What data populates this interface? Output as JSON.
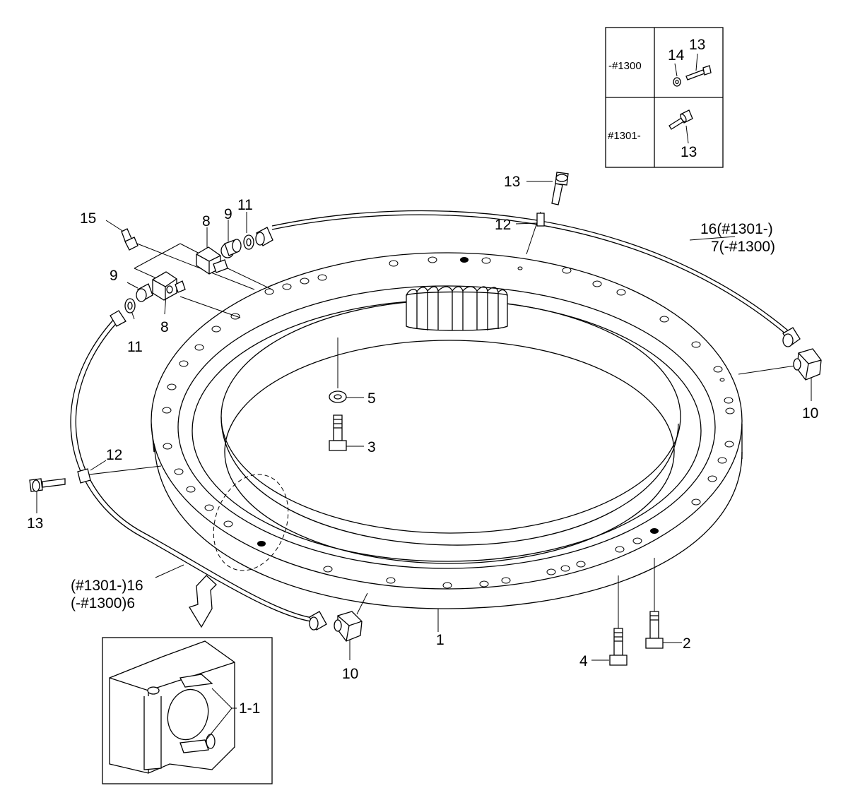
{
  "inset_table": {
    "rows": [
      {
        "serial": "-#1300",
        "parts": [
          "14",
          "13"
        ]
      },
      {
        "serial": "#1301-",
        "parts": [
          "13"
        ]
      }
    ]
  },
  "callouts": {
    "c1": "1",
    "c1_1": "1-1",
    "c2": "2",
    "c3": "3",
    "c4": "4",
    "c5": "5",
    "c8a": "8",
    "c8b": "8",
    "c9a": "9",
    "c9b": "9",
    "c10a": "10",
    "c10b": "10",
    "c11a": "11",
    "c11b": "11",
    "c12a": "12",
    "c12b": "12",
    "c13a": "13",
    "c13b": "13",
    "c15": "15",
    "c16_7_line1": "16(#1301-)",
    "c16_7_line2": "7(-#1300)",
    "c16_6_line1": "(#1301-)16",
    "c16_6_line2": "(-#1300)6"
  }
}
